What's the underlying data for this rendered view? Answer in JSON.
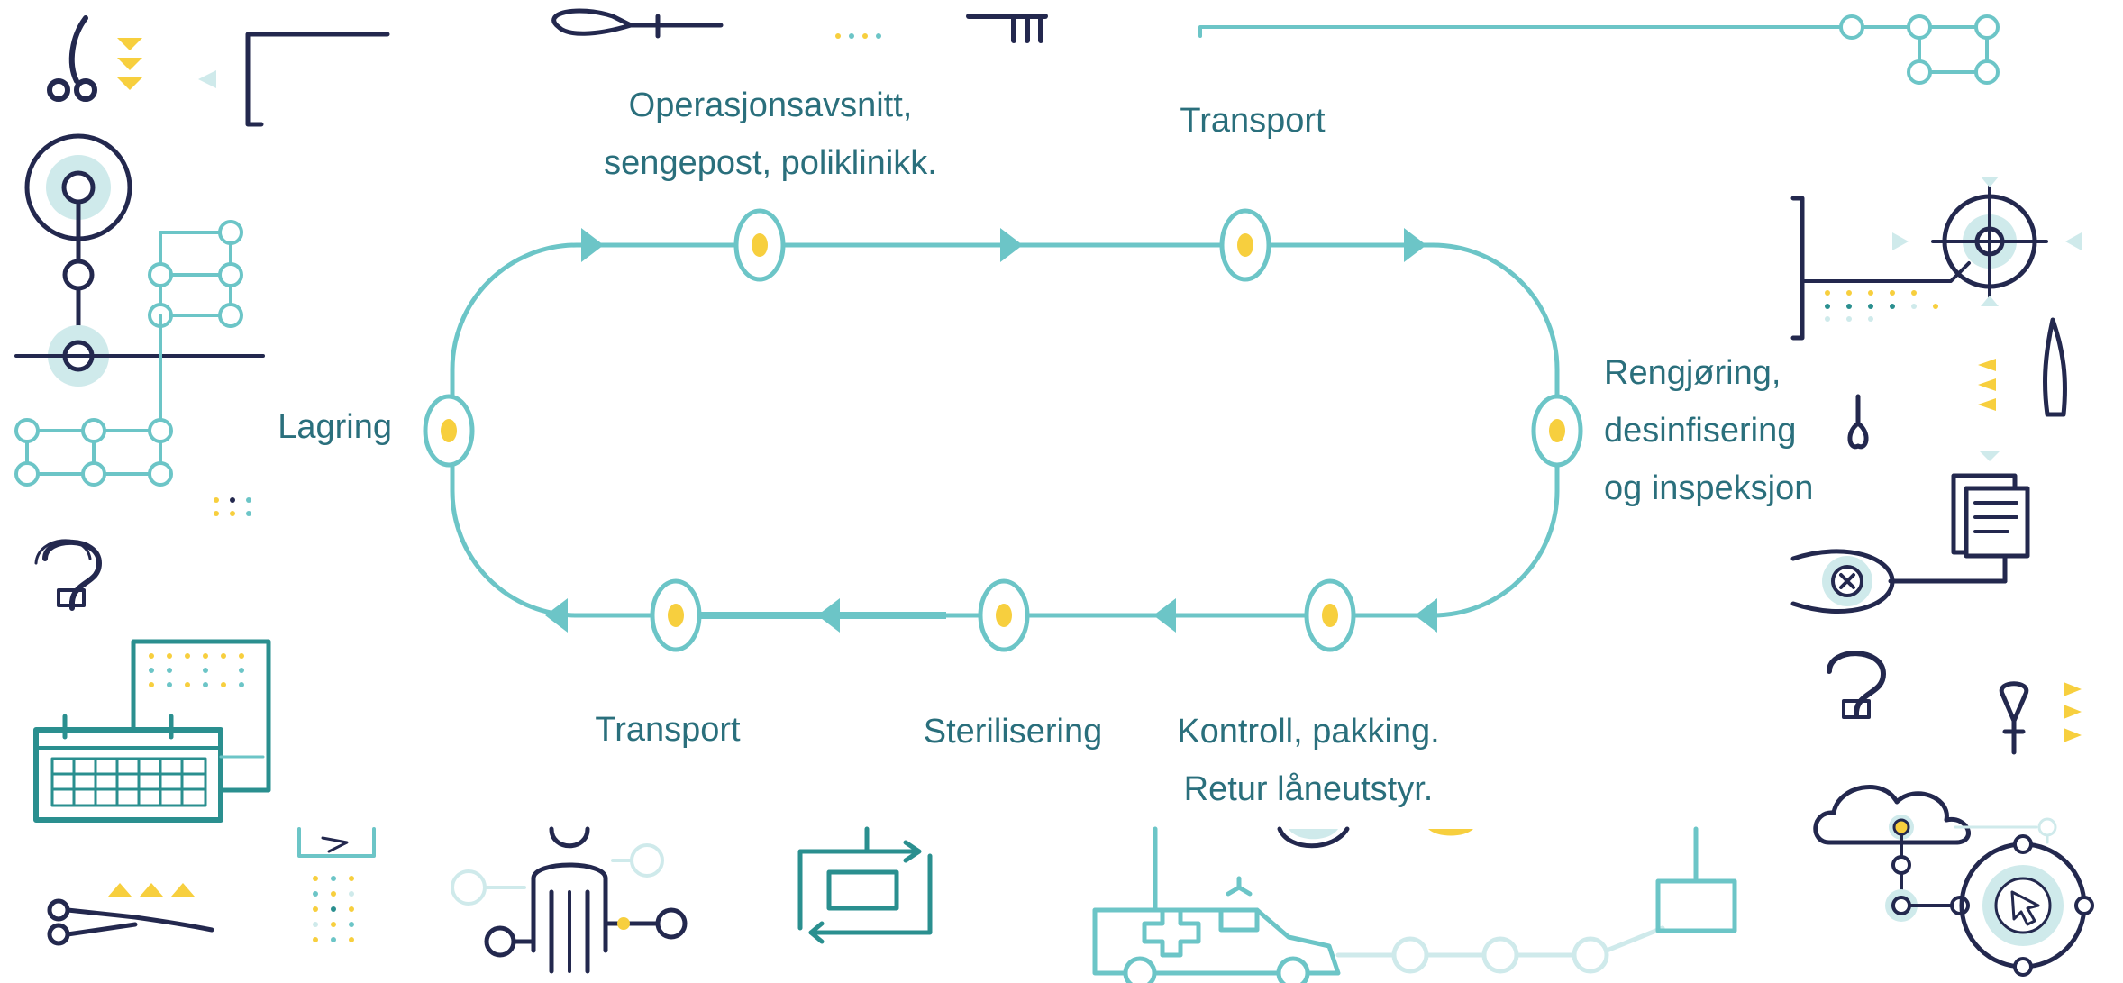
{
  "diagram": {
    "stages": {
      "top_left": {
        "lines": [
          "Operasjonsavsnitt,",
          "sengepost, poliklinikk."
        ]
      },
      "top_right": {
        "lines": [
          "Transport"
        ]
      },
      "right": {
        "lines": [
          "Rengjøring,",
          "desinfisering",
          "og inspeksjon"
        ]
      },
      "bottom_right": {
        "lines": [
          "Kontroll, pakking.",
          "Retur låneutstyr."
        ]
      },
      "bottom_mid": {
        "lines": [
          "Sterilisering"
        ]
      },
      "bottom_left": {
        "lines": [
          "Transport"
        ]
      },
      "left": {
        "lines": [
          "Lagring"
        ]
      }
    }
  },
  "colors": {
    "loop": "#6cc5c7",
    "node_fill": "#f7cf3e",
    "label": "#2a6f7c",
    "icon_navy": "#23284e",
    "icon_teal": "#6cc5c7",
    "icon_yellow": "#f7cf3e",
    "icon_pale": "#cfeaeb"
  }
}
